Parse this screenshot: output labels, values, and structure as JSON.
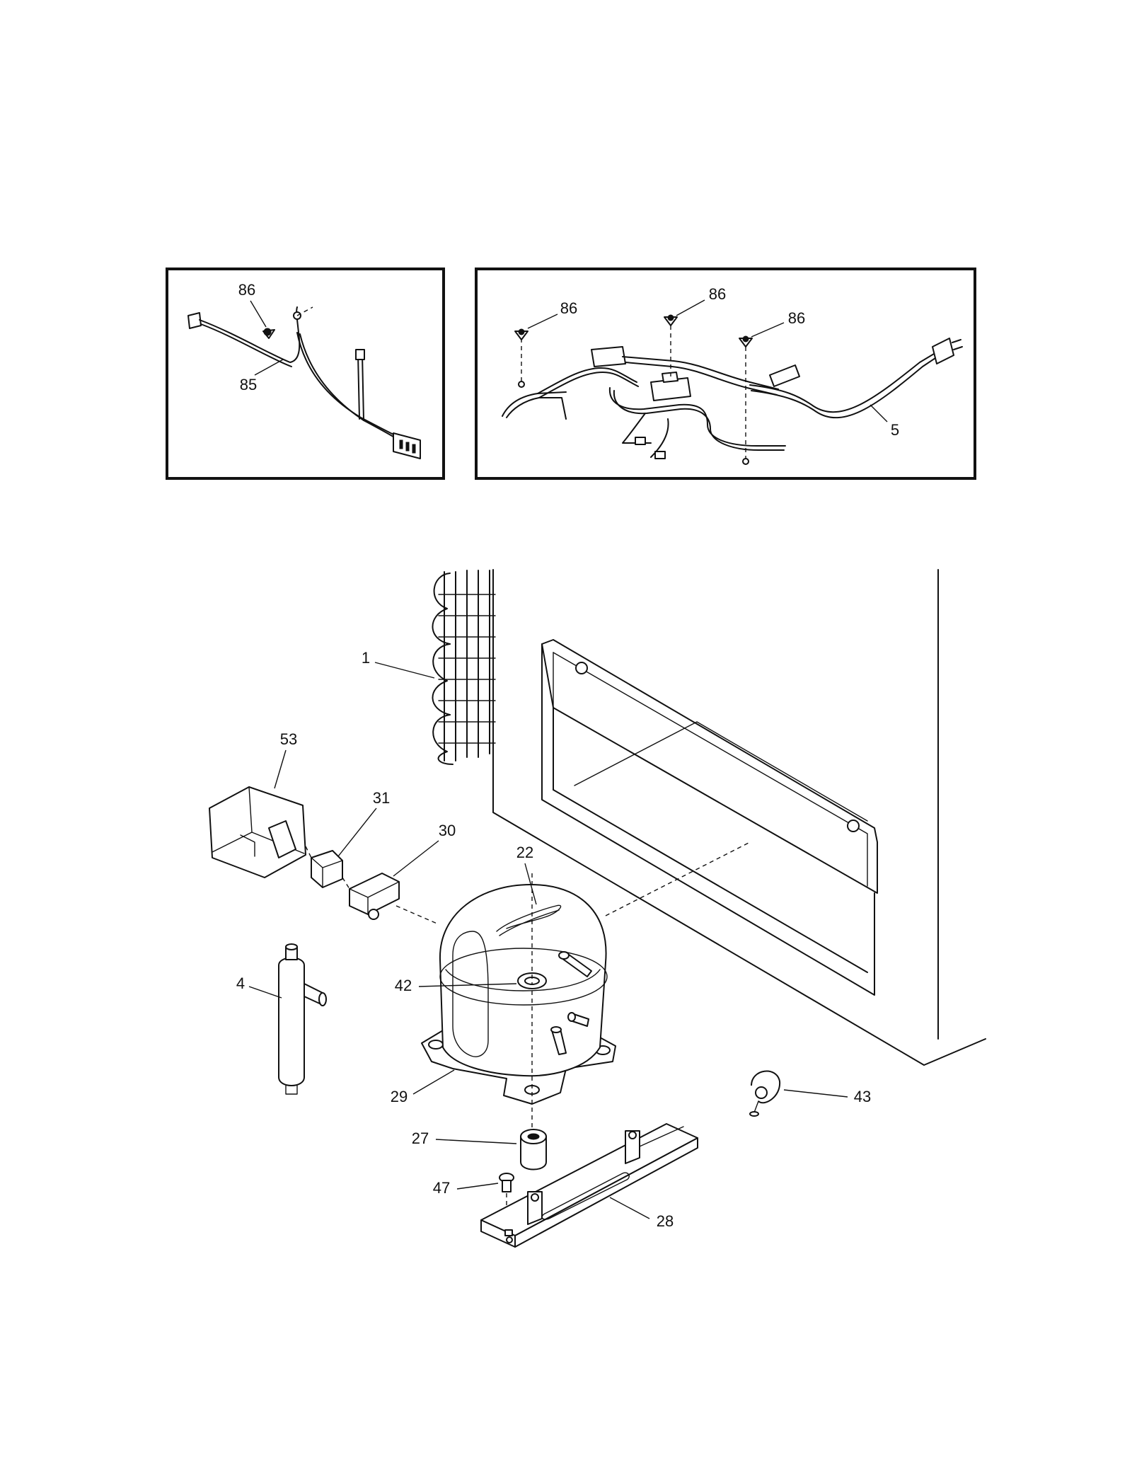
{
  "callouts": {
    "c86_left": "86",
    "c85": "85",
    "c86_a": "86",
    "c86_b": "86",
    "c86_c": "86",
    "c5": "5",
    "c1": "1",
    "c53": "53",
    "c31": "31",
    "c30": "30",
    "c22": "22",
    "c4": "4",
    "c42": "42",
    "c29": "29",
    "c43": "43",
    "c27": "27",
    "c47": "47",
    "c28": "28"
  }
}
